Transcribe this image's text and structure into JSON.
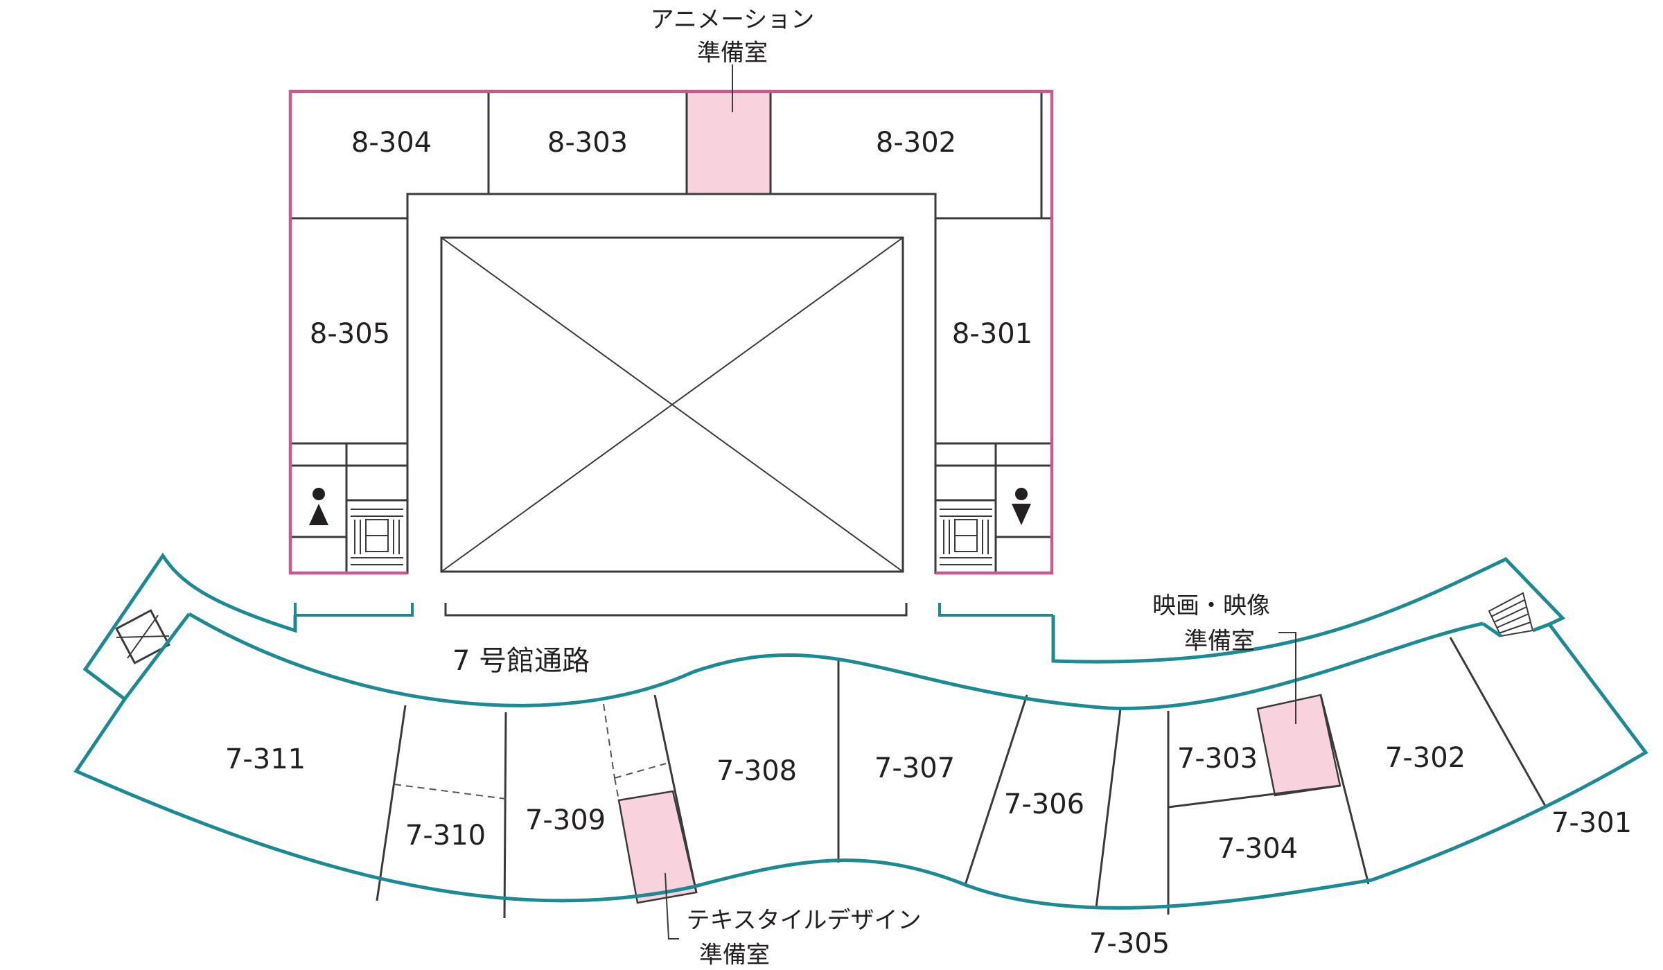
{
  "colors": {
    "building8_outline": "#c9588e",
    "building7_outline": "#1c8a93",
    "wall": "#3a3a3a",
    "prep_room_fill": "#f8d2dc"
  },
  "building8": {
    "rooms": [
      "8-304",
      "8-303",
      "8-302",
      "8-305",
      "8-301"
    ],
    "prep_room": {
      "line1": "アニメーション",
      "line2": "準備室"
    }
  },
  "corridor": {
    "label": "7 号館通路"
  },
  "building7": {
    "rooms": [
      "7-311",
      "7-310",
      "7-309",
      "7-308",
      "7-307",
      "7-306",
      "7-305",
      "7-304",
      "7-303",
      "7-302",
      "7-301"
    ],
    "film_prep": {
      "line1": "映画・映像",
      "line2": "準備室"
    },
    "textile_prep": {
      "line1": "テキスタイルデザイン",
      "line2": "準備室"
    }
  },
  "icons": [
    "restroom-female-icon",
    "restroom-male-icon",
    "elevator-icon",
    "stairs-icon"
  ]
}
